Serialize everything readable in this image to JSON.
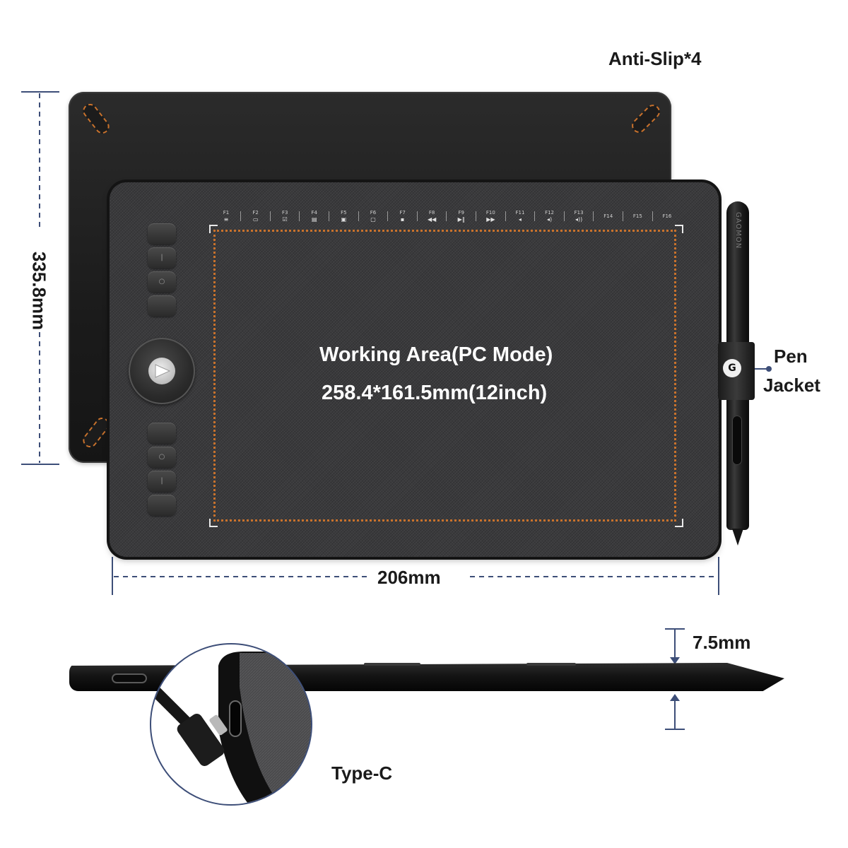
{
  "labels": {
    "anti_slip": "Anti-Slip*4",
    "height_dim": "335.8mm",
    "width_dim": "206mm",
    "working_area_title": "Working Area(PC Mode)",
    "working_area_size": "258.4*161.5mm(12inch)",
    "pen_jacket_line1": "Pen",
    "pen_jacket_line2": "Jacket",
    "thickness_dim": "7.5mm",
    "type_c": "Type-C"
  },
  "hotkeys": [
    {
      "key": "F1",
      "glyph": "≡"
    },
    {
      "key": "F2",
      "glyph": "▭"
    },
    {
      "key": "F3",
      "glyph": "☑"
    },
    {
      "key": "F4",
      "glyph": "▤"
    },
    {
      "key": "F5",
      "glyph": "▣"
    },
    {
      "key": "F6",
      "glyph": "▢"
    },
    {
      "key": "F7",
      "glyph": "▪"
    },
    {
      "key": "F8",
      "glyph": "◀◀"
    },
    {
      "key": "F9",
      "glyph": "▶‖"
    },
    {
      "key": "F10",
      "glyph": "▶▶"
    },
    {
      "key": "F11",
      "glyph": "◂"
    },
    {
      "key": "F12",
      "glyph": "◂)"
    },
    {
      "key": "F13",
      "glyph": "◂))"
    },
    {
      "key": "F14",
      "glyph": ""
    },
    {
      "key": "F15",
      "glyph": ""
    },
    {
      "key": "F16",
      "glyph": ""
    }
  ],
  "pen": {
    "brand": "GAOMON",
    "logo": "G"
  },
  "colors": {
    "dimension_line": "#3d4e78",
    "stitch_orange": "#c9722c",
    "tablet_dark": "#1b1b1b",
    "fabric_gray": "#3b3b3d"
  }
}
